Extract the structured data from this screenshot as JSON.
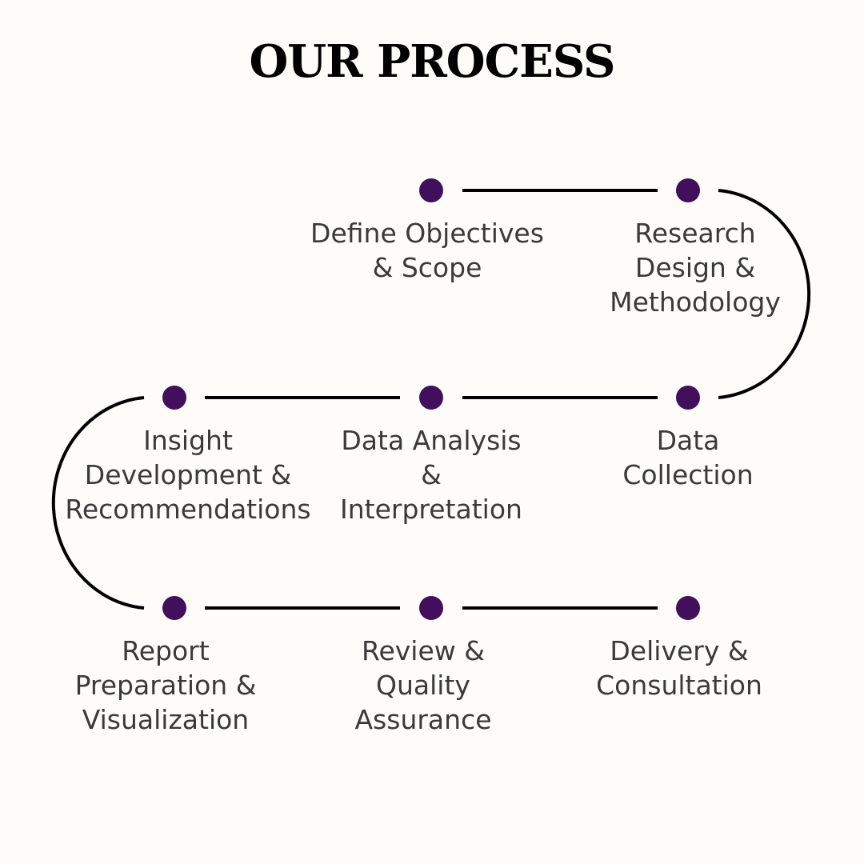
{
  "title": "OUR PROCESS",
  "colors": {
    "background": "#fdfcf8",
    "node": "#410f5c",
    "connector": "#000000",
    "text": "#3a3a3a",
    "title": "#000000"
  },
  "steps": [
    {
      "order": 1,
      "lines": [
        "Define Objectives",
        "& Scope"
      ]
    },
    {
      "order": 2,
      "lines": [
        "Research",
        "Design &",
        "Methodology"
      ]
    },
    {
      "order": 3,
      "lines": [
        "Data",
        "Collection"
      ]
    },
    {
      "order": 4,
      "lines": [
        "Data Analysis",
        "&",
        "Interpretation"
      ]
    },
    {
      "order": 5,
      "lines": [
        "Insight",
        "Development &",
        "Recommendations"
      ]
    },
    {
      "order": 6,
      "lines": [
        "Report",
        "Preparation &",
        "Visualization"
      ]
    },
    {
      "order": 7,
      "lines": [
        "Review &",
        "Quality",
        "Assurance"
      ]
    },
    {
      "order": 8,
      "lines": [
        "Delivery &",
        "Consultation"
      ]
    }
  ]
}
